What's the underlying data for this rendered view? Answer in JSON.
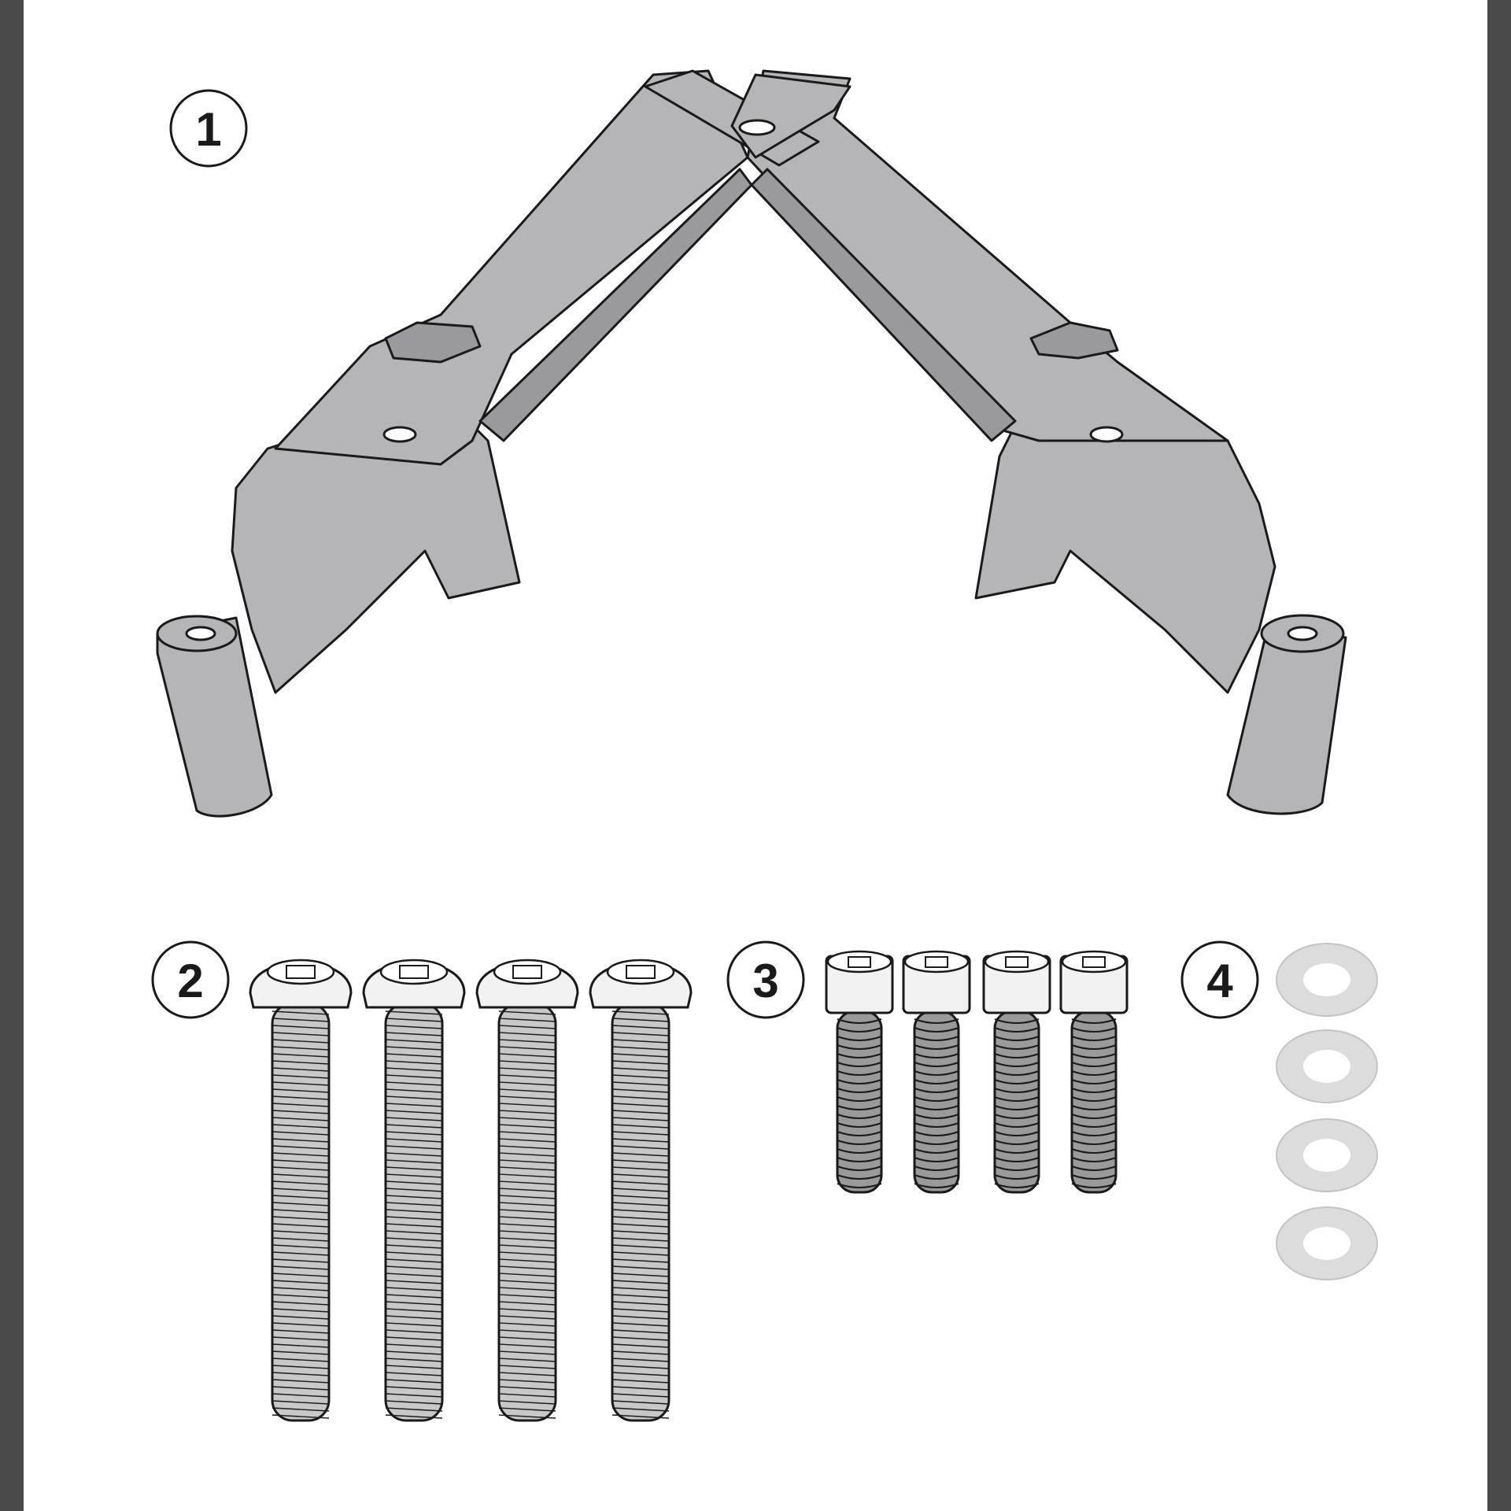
{
  "callouts": [
    {
      "label": "1",
      "part": "mounting-bracket"
    },
    {
      "label": "2",
      "part": "long-button-head-screws"
    },
    {
      "label": "3",
      "part": "short-socket-head-screws"
    },
    {
      "label": "4",
      "part": "washers"
    }
  ],
  "parts": {
    "long_screws": {
      "count": 4
    },
    "short_screws": {
      "count": 4
    },
    "washers": {
      "count": 4
    }
  },
  "colors": {
    "sheet": "#ffffff",
    "frame": "#4a4a4a",
    "metal": "#b5b5b8",
    "metal_dark": "#9a9a9e",
    "outline": "#1a1a1a",
    "washer": "#dcdcdc",
    "callout_fill": "#ffffff"
  }
}
